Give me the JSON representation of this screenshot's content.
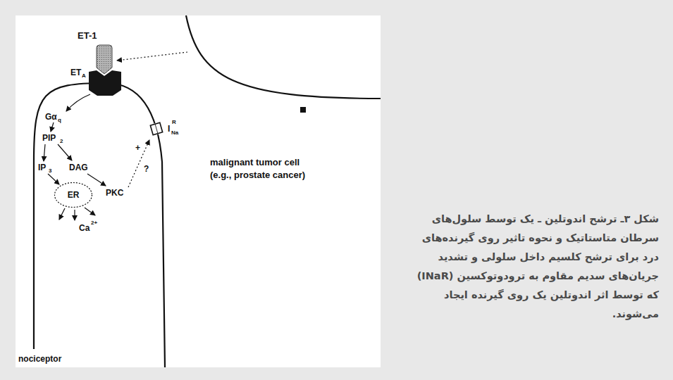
{
  "diagram": {
    "caption": "شکل ۳ـ ترشح اندوتلین ـ یک توسط سلول‌های سرطان متاستاتیک و نحوه تاثیر روی گیرنده‌های درد برای ترشح کلسیم داخل سلولی و تشدید جریان‌های سدیم مقاوم به ترودوتوکسین (INaR) که توسط اثر اندوتلین یک روی گیرنده ایجاد می‌شوند.",
    "nodes": [
      {
        "text": [
          "ER"
        ]
      }
    ],
    "labels": [
      "ET-1",
      "ET",
      "A",
      "Gα",
      "q",
      "PIP",
      "2",
      "IP",
      "3",
      "DAG",
      "PKC",
      "Ca",
      "2+",
      "+",
      "?",
      "I",
      "Na",
      "R",
      "malignant tumor cell (e.g., prostate cancer)",
      "nociceptor"
    ]
  }
}
